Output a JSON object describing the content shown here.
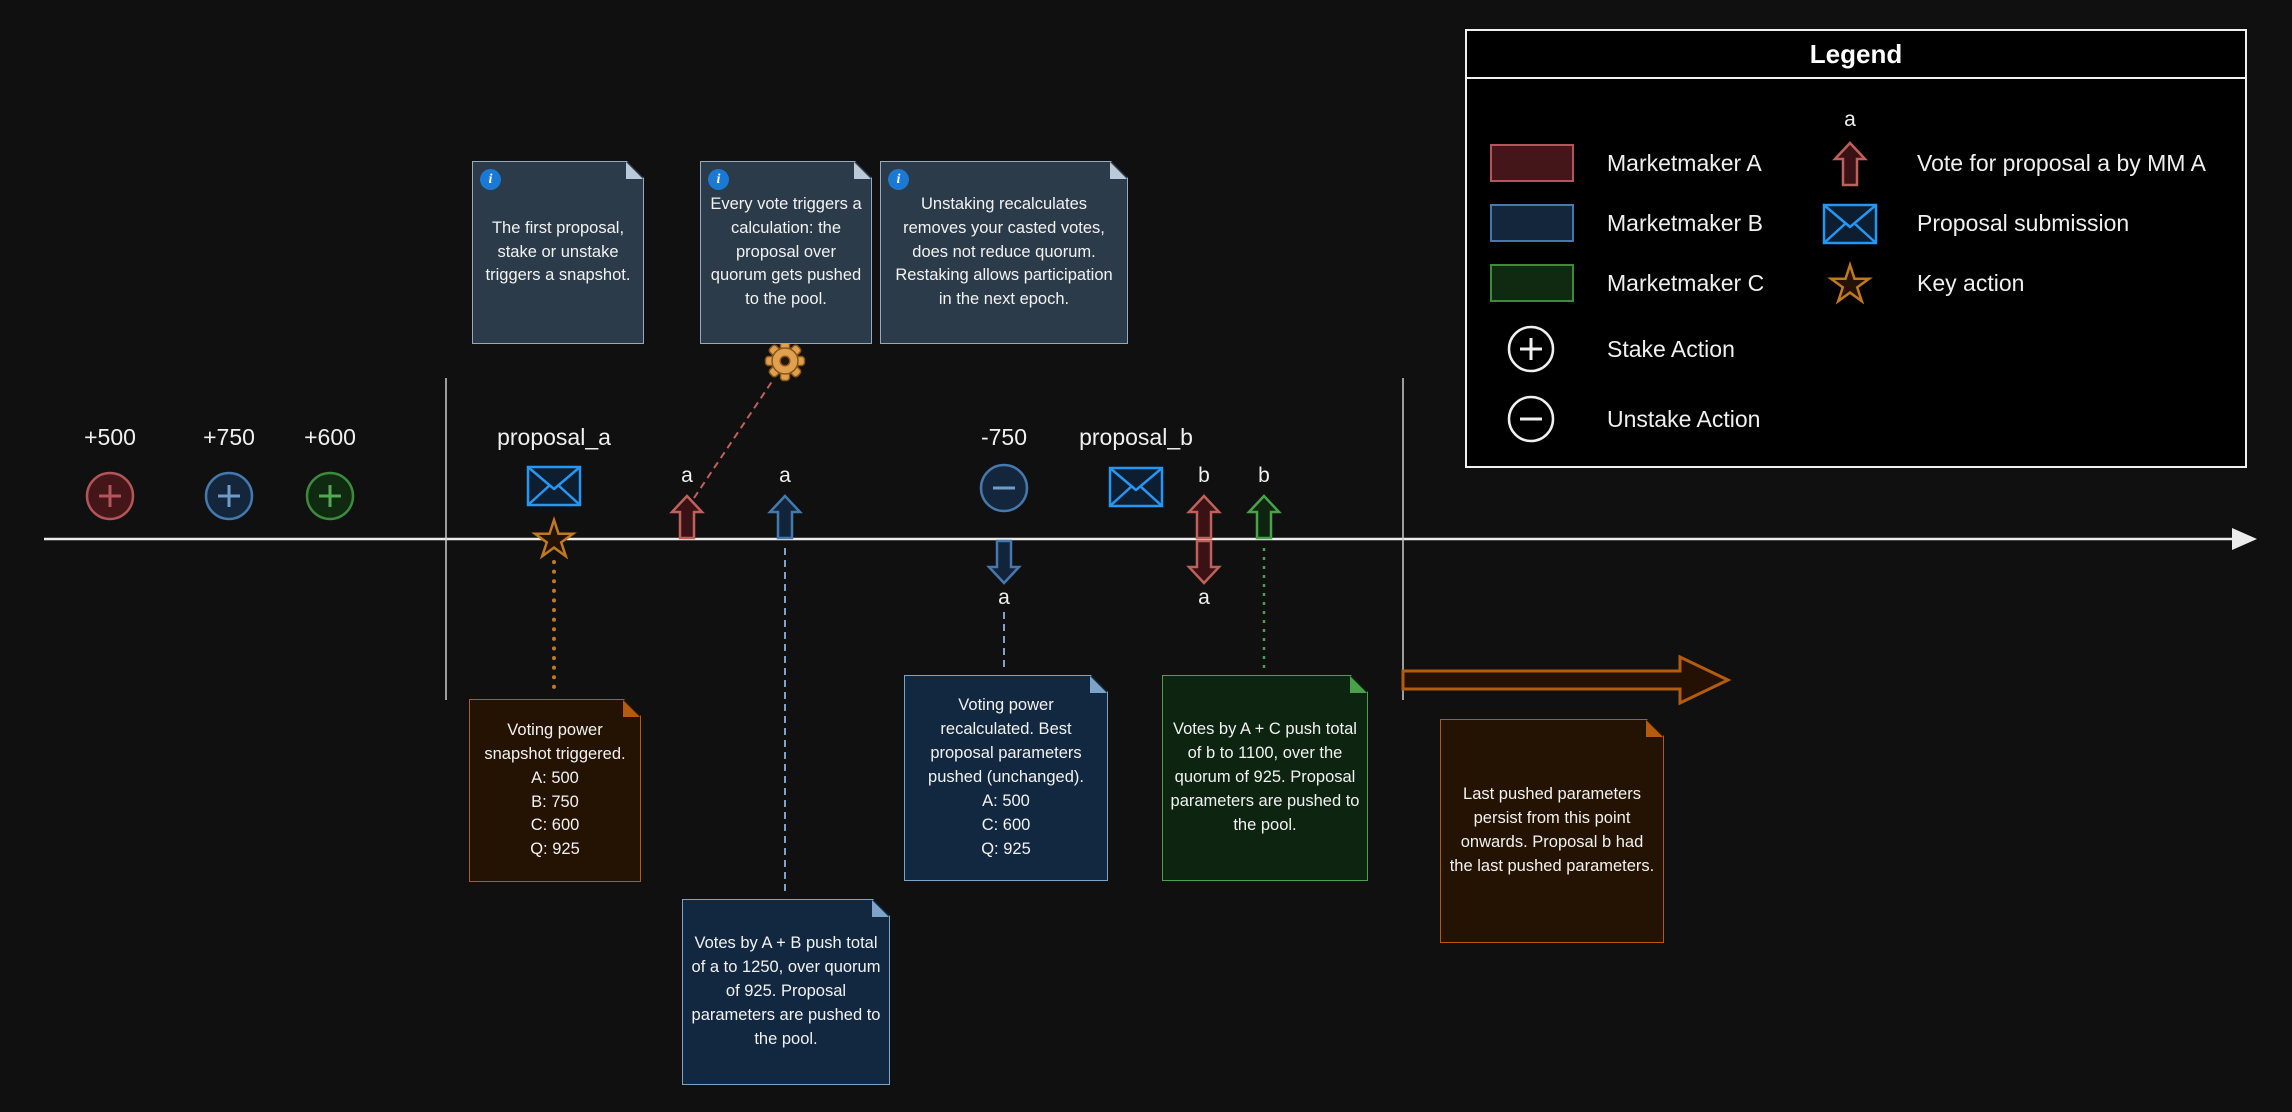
{
  "colors": {
    "background": "#101010",
    "marketmaker_a_border": "#b3555b",
    "marketmaker_a_fill": "#441519",
    "marketmaker_b_border": "#4579ad",
    "marketmaker_b_fill": "#13263c",
    "marketmaker_c_border": "#3c8a3c",
    "marketmaker_c_fill": "#0f2a10",
    "proposal_blue": "#2596f3",
    "key_action_orange": "#c07a1e",
    "note_info_bg": "#2b3b4a",
    "timeline": "#ececec"
  },
  "glyphs": {
    "info": "i"
  },
  "legend": {
    "title": "Legend",
    "marketmaker_a": "Marketmaker A",
    "marketmaker_b": "Marketmaker B",
    "marketmaker_c": "Marketmaker C",
    "vote_arrow_label": "a",
    "vote_label": "Vote for proposal a by MM A",
    "proposal_label": "Proposal submission",
    "key_action_label": "Key action",
    "stake_label": "Stake Action",
    "unstake_label": "Unstake Action"
  },
  "info_notes": {
    "snapshot_rule": "The first proposal, stake or unstake triggers a snapshot.",
    "vote_rule": "Every vote triggers a calculation: the proposal over quorum gets pushed to the pool.",
    "unstake_rule": "Unstaking recalculates removes your casted votes, does not reduce quorum. Restaking allows participation in the next epoch."
  },
  "timeline": {
    "stake_a": "+500",
    "stake_b": "+750",
    "stake_c": "+600",
    "proposal_a": "proposal_a",
    "proposal_b": "proposal_b",
    "unstake_b": "-750",
    "vote_a_by_a": "a",
    "vote_a_by_b": "a",
    "vote_a_removed": "a",
    "vote_b_by_a": "b",
    "vote_a_removed_by_a": "a",
    "vote_b_by_c": "b"
  },
  "notes": {
    "snapshot": [
      "Voting power snapshot triggered.",
      "A: 500",
      "B: 750",
      "C: 600",
      "Q: 925"
    ],
    "push_a": "Votes by A + B push total of a to 1250, over quorum of 925. Proposal parameters are pushed to the pool.",
    "recalc": [
      "Voting power recalculated. Best proposal parameters pushed (unchanged).",
      "A: 500",
      "C: 600",
      "Q: 925"
    ],
    "push_b": "Votes by A + C push total of b to 1100, over the quorum of 925. Proposal parameters are pushed to the pool.",
    "persist": "Last pushed parameters persist from this point onwards. Proposal b had the last pushed parameters."
  }
}
